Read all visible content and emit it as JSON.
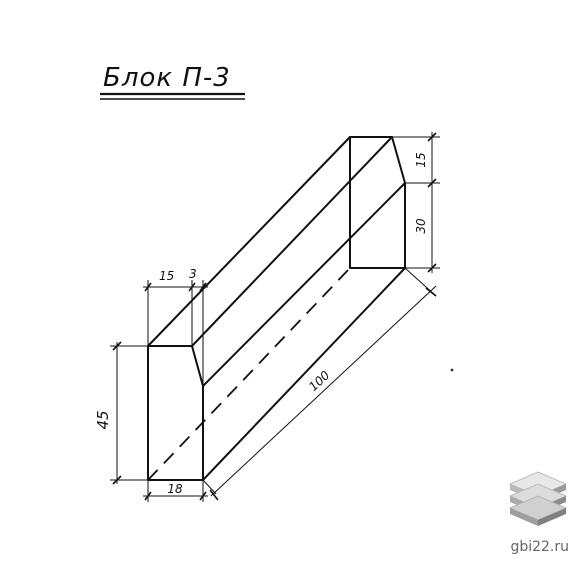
{
  "title": "Блок  П-3",
  "dimensions": {
    "top_width": "15",
    "chamfer": "3",
    "height_left": "45",
    "base_width": "18",
    "length": "100",
    "end_top": "15",
    "end_bottom": "30"
  },
  "watermark": {
    "text": "gbi22.ru",
    "icon": "stacked-layers-icon"
  },
  "colors": {
    "ink": "#111111",
    "watermark": "#666666"
  }
}
